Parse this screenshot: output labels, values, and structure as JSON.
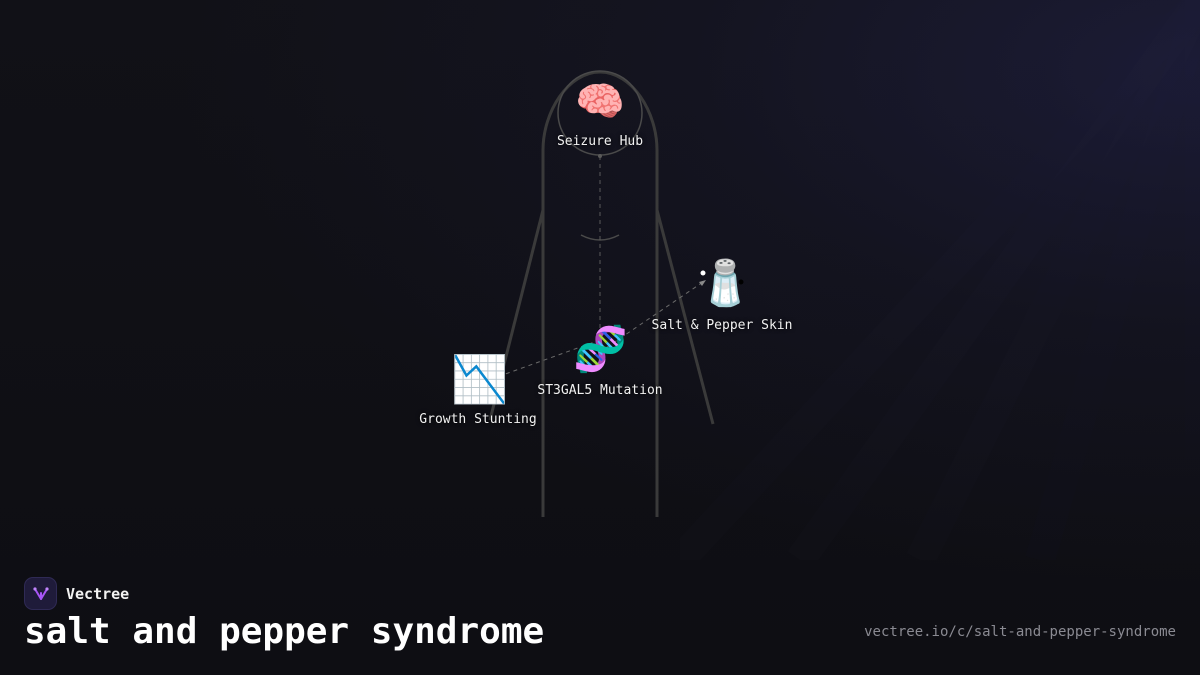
{
  "brand": {
    "name": "Vectree",
    "logo_icon": "vectree-logo-icon",
    "logo_color": "#a855f7"
  },
  "title": "salt and pepper syndrome",
  "url": "vectree.io/c/salt-and-pepper-syndrome",
  "diagram": {
    "nodes": [
      {
        "id": "seizure-hub",
        "icon": "brain-icon",
        "glyph": "🧠",
        "label": "Seizure Hub"
      },
      {
        "id": "salt-pepper-skin",
        "icon": "salt-shaker-icon",
        "glyph": "🧂",
        "label": "Salt & Pepper Skin"
      },
      {
        "id": "st3gal5-mutation",
        "icon": "dna-icon",
        "glyph": "🧬",
        "label": "ST3GAL5 Mutation"
      },
      {
        "id": "growth-stunting",
        "icon": "chart-decreasing-icon",
        "glyph": "📉",
        "label": "Growth Stunting"
      }
    ],
    "edges": [
      {
        "from": "seizure-hub",
        "to": "st3gal5-mutation"
      },
      {
        "from": "st3gal5-mutation",
        "to": "salt-pepper-skin"
      },
      {
        "from": "st3gal5-mutation",
        "to": "growth-stunting"
      }
    ]
  },
  "colors": {
    "background": "#0f0f14",
    "body_outline": "#3a3a3a",
    "edge": "#6a6a6a",
    "text": "#f2f2f2",
    "url_text": "#8a8a92"
  }
}
